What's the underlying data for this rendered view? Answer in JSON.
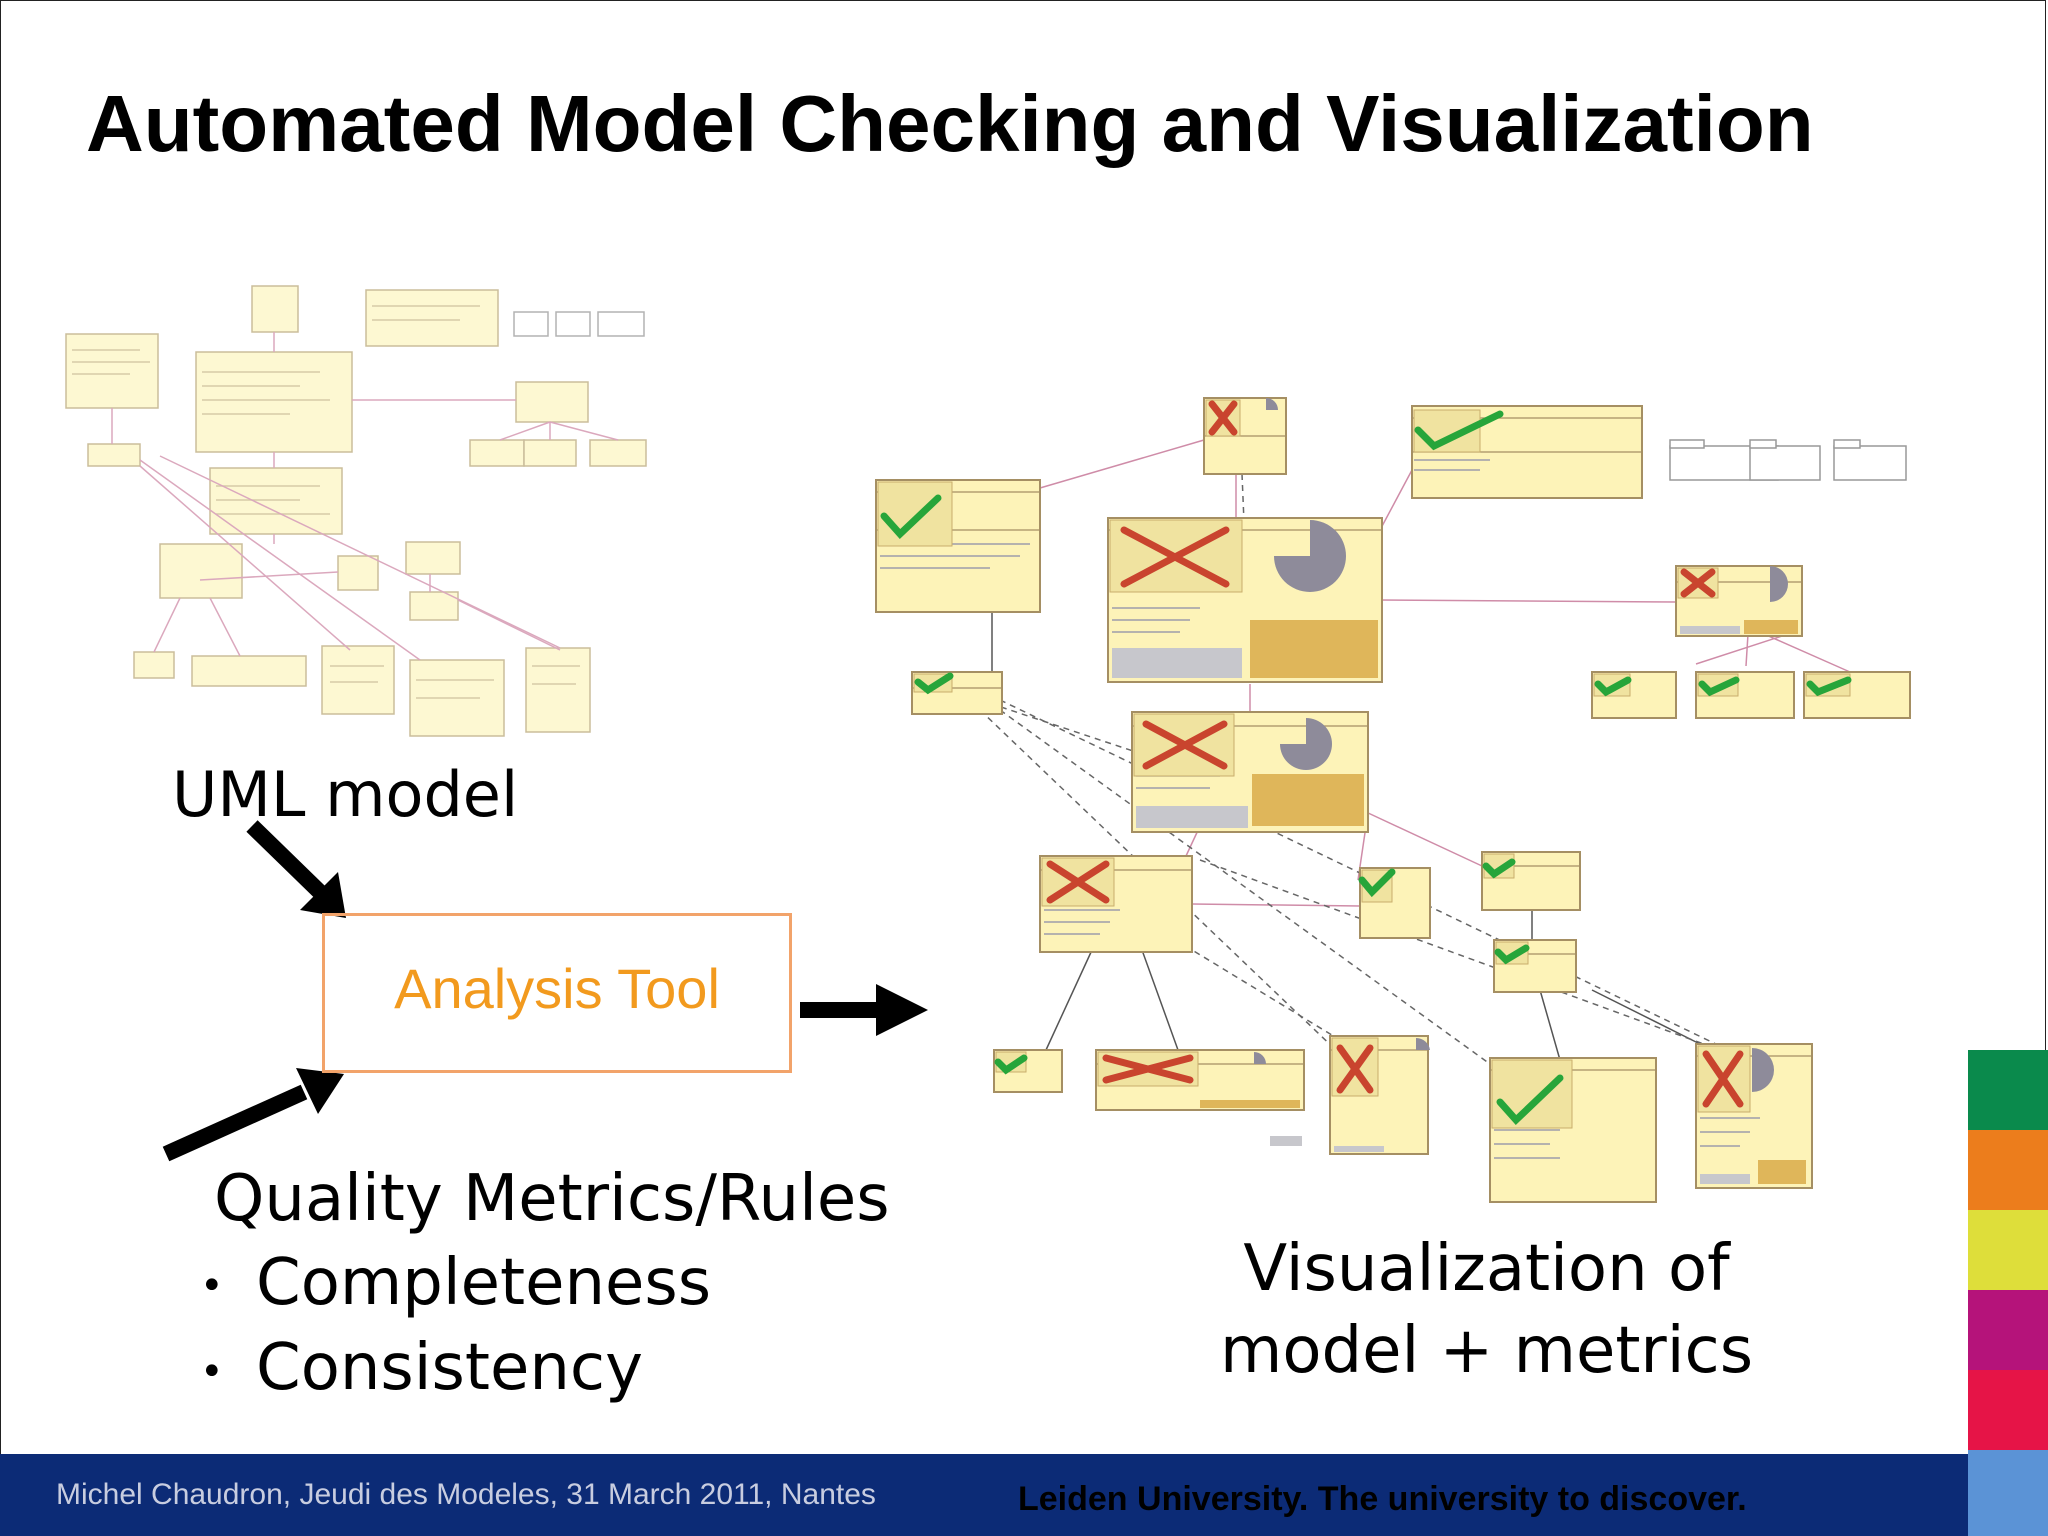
{
  "slide": {
    "title": "Automated Model Checking and Visualization",
    "uml_label": "UML model",
    "tool_label": "Analysis Tool",
    "metrics_title": "Quality Metrics/Rules",
    "metrics_items": [
      "Completeness",
      "Consistency"
    ],
    "bullet_symbol": "•",
    "viz_label_line1": "Visualization of",
    "viz_label_line2": "model + metrics"
  },
  "footer": {
    "left_text": "Michel Chaudron, Jeudi des Modeles, 31 March 2011, Nantes",
    "right_text": "Leiden University. The university to discover."
  },
  "colors": {
    "footer_bg": "#0c2b76",
    "tool_text": "#f29a1e",
    "tool_border": "#f2a36a",
    "stripes": [
      "#0a8a4c",
      "#ec7d1c",
      "#dede3a",
      "#b5137a",
      "#e61447",
      "#5b93d6"
    ]
  },
  "icons": {
    "arrow": "arrow-icon",
    "check": "check-icon",
    "cross": "cross-icon",
    "pie": "pie-icon"
  }
}
